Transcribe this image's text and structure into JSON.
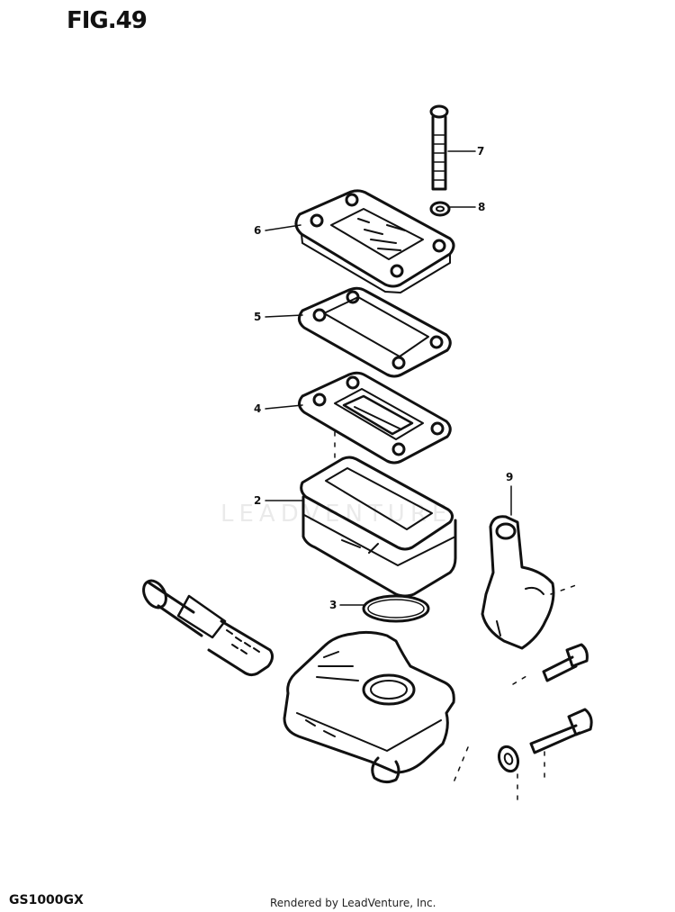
{
  "figure": {
    "title": "FIG.49",
    "model_code": "GS1000GX",
    "credit": "Rendered by LeadVenture, Inc.",
    "watermark": "LEADVENTURE"
  },
  "callouts": {
    "c7": "7",
    "c8": "8",
    "c6": "6",
    "c5a": "5",
    "c4": "4",
    "c2": "2",
    "c9": "9",
    "c3": "3"
  }
}
